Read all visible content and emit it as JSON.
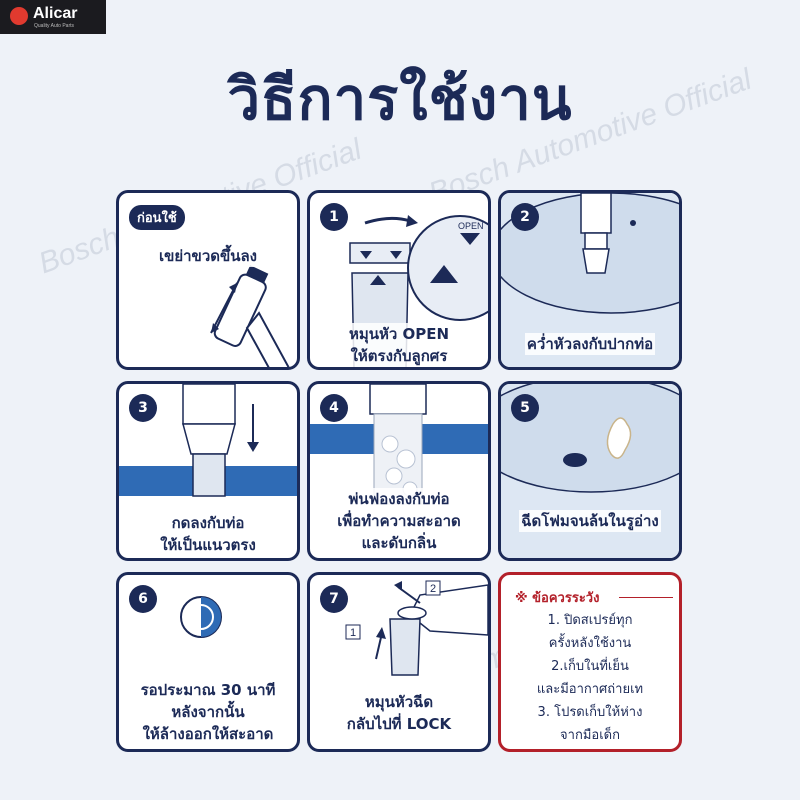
{
  "brand": {
    "name": "Alicar",
    "tagline": "Quality Auto Parts"
  },
  "watermark": "Bosch Automotive Official",
  "title": "วิธีการใช้งาน",
  "steps": [
    {
      "badge": "ก่อนใช้",
      "lines": [
        "เขย่าขวดขึ้นลง"
      ]
    },
    {
      "badge": "1",
      "lines": [
        "หมุนหัว OPEN",
        "ให้ตรงกับลูกศร"
      ],
      "open_label": "OPEN"
    },
    {
      "badge": "2",
      "lines": [
        "คว่ำหัวลงกับปากท่อ"
      ]
    },
    {
      "badge": "3",
      "lines": [
        "กดลงกับท่อ",
        "ให้เป็นแนวตรง"
      ]
    },
    {
      "badge": "4",
      "lines": [
        "พ่นฟองลงกับท่อ",
        "เพื่อทำความสะอาด",
        "และดับกลิ่น"
      ]
    },
    {
      "badge": "5",
      "lines": [
        "ฉีดโฟมจนล้นในรูอ่าง"
      ]
    },
    {
      "badge": "6",
      "lines": [
        "รอประมาณ 30 นาที",
        "หลังจากนั้น",
        "ให้ล้างออกให้สะอาด"
      ]
    },
    {
      "badge": "7",
      "lines": [
        "หมุนหัวฉีด",
        "กลับไปที่ LOCK"
      ],
      "marks": [
        "1",
        "2"
      ]
    }
  ],
  "warning": {
    "title": "※ ข้อควรระวัง",
    "lines": [
      "1. ปิดสเปรย์ทุก",
      "ครั้งหลังใช้งาน",
      "2.เก็บในที่เย็น",
      "และมีอากาศถ่ายเท",
      "3. โปรดเก็บให้ห่าง",
      "จากมือเด็ก"
    ]
  },
  "colors": {
    "navy": "#1c2a57",
    "blue": "#2f6bb5",
    "red": "#b3202a",
    "bg": "#eef2f8"
  }
}
